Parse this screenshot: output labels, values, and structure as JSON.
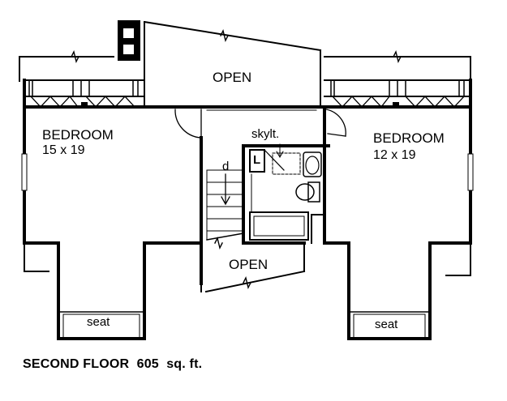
{
  "plan": {
    "rooms": {
      "left_bedroom": {
        "name": "BEDROOM",
        "size": "15 x 19"
      },
      "right_bedroom": {
        "name": "BEDROOM",
        "size": "12 x 19"
      },
      "open_top": "OPEN",
      "open_stair": "OPEN",
      "seat_left": "seat",
      "seat_right": "seat"
    },
    "annotations": {
      "skylight": "skylt.",
      "linen": "L",
      "stair_direction": "d"
    },
    "caption": {
      "floor": "SECOND FLOOR",
      "area": "605",
      "unit": "sq. ft."
    },
    "colors": {
      "ink": "#000000",
      "paper": "#ffffff"
    }
  }
}
